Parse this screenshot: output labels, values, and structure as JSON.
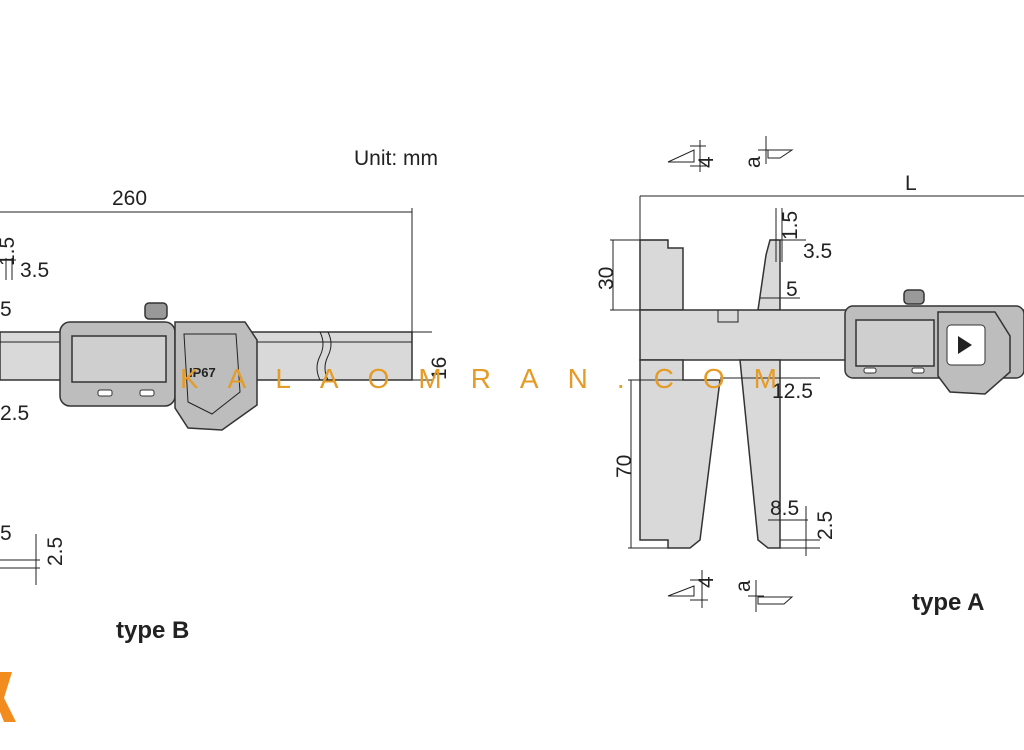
{
  "unit_label": "Unit: mm",
  "type_b": {
    "label": "type B",
    "overall_length": "260",
    "jaw_tip": "1.5",
    "jaw_step": "3.5",
    "partial_dim": "5",
    "beam_height": "16",
    "lower_dim": "2.5",
    "tip_dim": "5",
    "tip_height": "2.5",
    "ip_mark": "IP67"
  },
  "type_a": {
    "label": "type A",
    "overall_length": "L",
    "jaw_tip": "1.5",
    "jaw_step": "3.5",
    "jaw_offset": "5",
    "upper_jaw_height": "30",
    "lower_jaw_height": "70",
    "jaw_width": "12.5",
    "tip_width": "8.5",
    "tip_height": "2.5",
    "section_top_left": "4",
    "section_top_right": "a",
    "section_bottom_left": "4",
    "section_bottom_right": "a"
  },
  "watermark": "KALAOMRAN.COM",
  "colors": {
    "body": "#d9d9d9",
    "display": "#c8c8c8",
    "watermark": "#e69b26",
    "logo": "#f28c1e"
  }
}
